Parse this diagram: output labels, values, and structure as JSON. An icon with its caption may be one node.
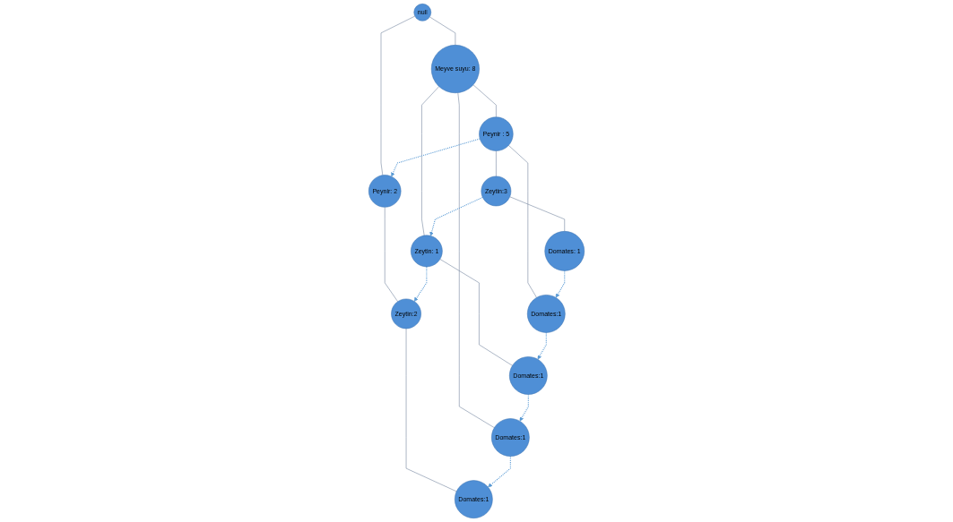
{
  "diagram": {
    "nodes": [
      {
        "text": [
          "null"
        ]
      },
      {
        "text": [
          "Meyve suyu: 8"
        ]
      },
      {
        "text": [
          "Peynir: 2"
        ]
      },
      {
        "text": [
          "Peynir : 5"
        ]
      },
      {
        "text": [
          "Zeytin:2"
        ]
      },
      {
        "text": [
          "Domates:1"
        ]
      },
      {
        "text": [
          "Zeytin: 1"
        ]
      },
      {
        "text": [
          "Zeytin:3"
        ]
      },
      {
        "text": [
          "Domates:1"
        ]
      },
      {
        "text": [
          "Domates:1"
        ]
      },
      {
        "text": [
          "Domates: 1"
        ]
      },
      {
        "text": [
          "Domates:1"
        ]
      }
    ],
    "edges": [
      {
        "from": 0,
        "to": 1,
        "arrow": "none"
      },
      {
        "from": 0,
        "to": 2,
        "arrow": "none"
      },
      {
        "from": 1,
        "to": 3,
        "arrow": "none"
      },
      {
        "from": 1,
        "to": 6,
        "arrow": "none"
      },
      {
        "from": 1,
        "to": 5,
        "arrow": "none"
      },
      {
        "from": 2,
        "to": 4,
        "arrow": "none"
      },
      {
        "from": 4,
        "to": 8,
        "arrow": "none"
      },
      {
        "from": 3,
        "to": 7,
        "arrow": "none"
      },
      {
        "from": 3,
        "to": 11,
        "arrow": "none"
      },
      {
        "from": 7,
        "to": 10,
        "arrow": "none"
      },
      {
        "from": 6,
        "to": 9,
        "arrow": "none"
      },
      {
        "from": 3,
        "to": 2,
        "arrow": "to",
        "style": "dashed"
      },
      {
        "from": 7,
        "to": 6,
        "arrow": "to",
        "style": "dashed"
      },
      {
        "from": 6,
        "to": 4,
        "arrow": "to",
        "style": "dashed"
      },
      {
        "from": 10,
        "to": 11,
        "arrow": "to",
        "style": "dashed"
      },
      {
        "from": 11,
        "to": 9,
        "arrow": "to",
        "style": "dashed"
      },
      {
        "from": 9,
        "to": 5,
        "arrow": "to",
        "style": "dashed"
      },
      {
        "from": 5,
        "to": 8,
        "arrow": "to",
        "style": "dashed"
      }
    ]
  }
}
